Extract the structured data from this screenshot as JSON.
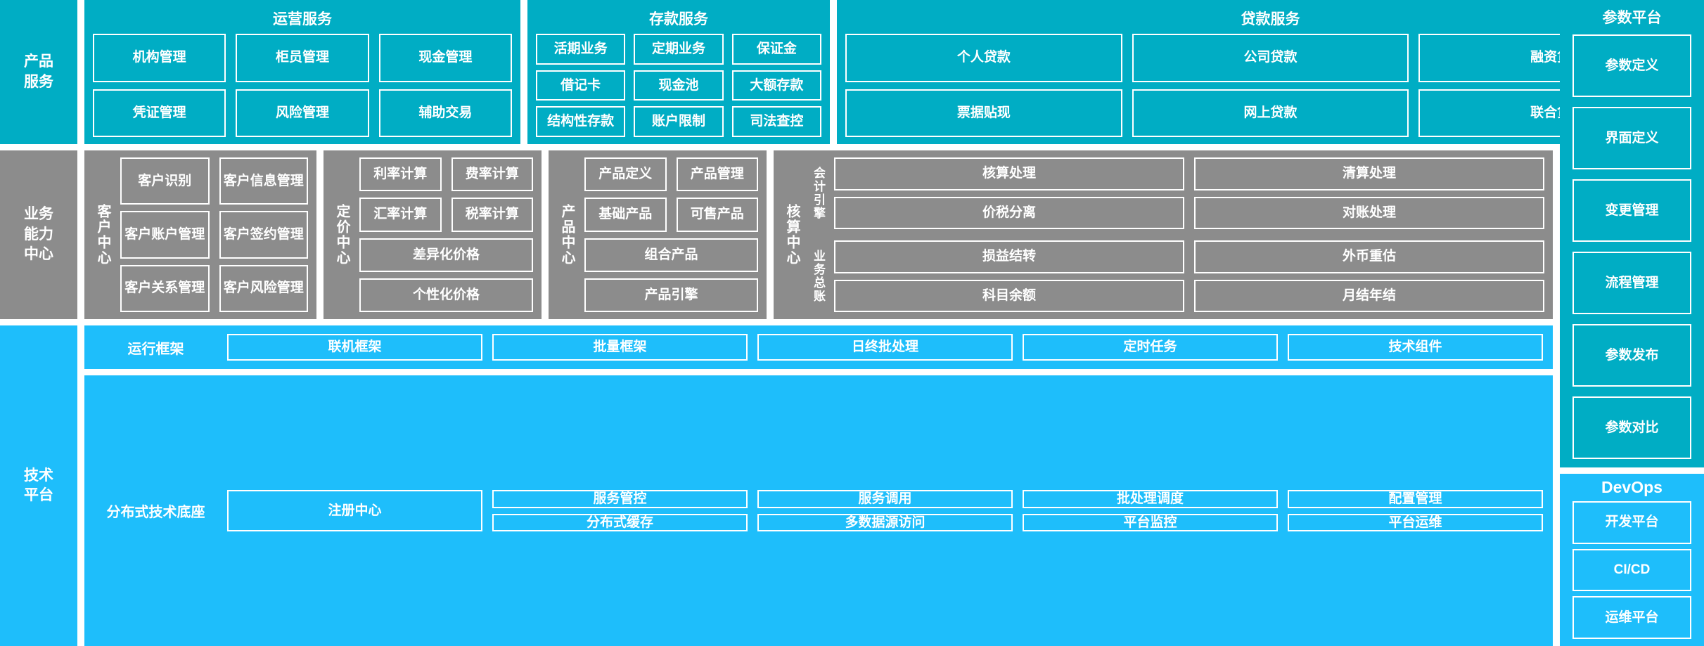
{
  "layers": {
    "product_services": {
      "rail_label": "产品\n服务",
      "groups": [
        {
          "title": "运营服务",
          "items": [
            "机构管理",
            "柜员管理",
            "现金管理",
            "凭证管理",
            "风险管理",
            "辅助交易"
          ]
        },
        {
          "title": "存款服务",
          "items": [
            "活期业务",
            "定期业务",
            "保证金",
            "借记卡",
            "现金池",
            "大额存款",
            "结构性存款",
            "账户限制",
            "司法查控"
          ]
        },
        {
          "title": "贷款服务",
          "items": [
            "个人贷款",
            "公司贷款",
            "融资贷款",
            "票据贴现",
            "网上贷款",
            "联合贷款"
          ]
        }
      ]
    },
    "business_capability": {
      "rail_label": "业务\n能力\n中心",
      "centers": [
        {
          "name": "客户中心",
          "items": [
            "客户识别",
            "客户信息管理",
            "客户账户管理",
            "客户签约管理",
            "客户关系管理",
            "客户风险管理"
          ]
        },
        {
          "name": "定价中心",
          "items": [
            "利率计算",
            "费率计算",
            "汇率计算",
            "税率计算"
          ],
          "wide_items": [
            "差异化价格",
            "个性化价格"
          ]
        },
        {
          "name": "产品中心",
          "items": [
            "产品定义",
            "产品管理",
            "基础产品",
            "可售产品"
          ],
          "wide_items": [
            "组合产品",
            "产品引擎"
          ]
        },
        {
          "name": "核算中心",
          "subgroups": [
            {
              "label": "会计引擎",
              "items": [
                "核算处理",
                "清算处理",
                "价税分离",
                "对账处理"
              ]
            },
            {
              "label": "业务总账",
              "items": [
                "损益结转",
                "外币重估",
                "科目余额",
                "月结年结"
              ]
            }
          ]
        }
      ]
    },
    "tech_platform": {
      "rail_label": "技术\n平台",
      "bands": [
        {
          "label": "运行框架",
          "items": [
            "联机框架",
            "批量框架",
            "日终批处理",
            "定时任务",
            "技术组件"
          ]
        },
        {
          "label": "分布式技术底座",
          "anchor": "注册中心",
          "items": [
            "服务管控",
            "服务调用",
            "批处理调度",
            "配置管理",
            "分布式缓存",
            "多数据源访问",
            "平台监控",
            "平台运维"
          ]
        }
      ]
    }
  },
  "side_platforms": {
    "parameter_platform": {
      "title": "参数平台",
      "items": [
        "参数定义",
        "界面定义",
        "变更管理",
        "流程管理",
        "参数发布",
        "参数对比"
      ]
    },
    "devops": {
      "title": "DevOps",
      "items": [
        "开发平台",
        "CI/CD",
        "运维平台"
      ]
    }
  },
  "colors": {
    "teal": "#00ADC4",
    "blue": "#1EBEFB",
    "gray": "#8C8C8C",
    "text": "#FFFFFF"
  }
}
